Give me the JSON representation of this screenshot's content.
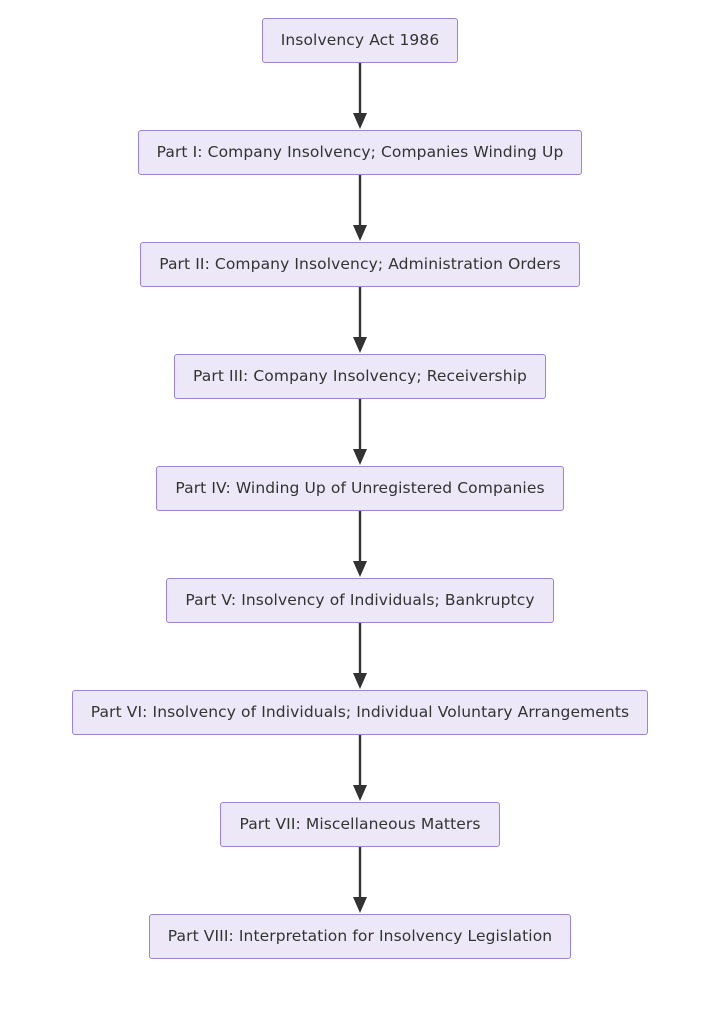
{
  "diagram": {
    "type": "flowchart",
    "direction": "top-to-bottom",
    "title": "Insolvency Act 1986 structure",
    "colors": {
      "node_fill": "#ece8f8",
      "node_border": "#9a84d4",
      "node_text": "#333333",
      "arrow": "#333333",
      "background": "#ffffff"
    },
    "nodes": [
      {
        "id": "act",
        "label": "Insolvency Act 1986"
      },
      {
        "id": "part1",
        "label": "Part I: Company Insolvency; Companies Winding Up"
      },
      {
        "id": "part2",
        "label": "Part II: Company Insolvency; Administration Orders"
      },
      {
        "id": "part3",
        "label": "Part III: Company Insolvency; Receivership"
      },
      {
        "id": "part4",
        "label": "Part IV: Winding Up of Unregistered Companies"
      },
      {
        "id": "part5",
        "label": "Part V: Insolvency of Individuals; Bankruptcy"
      },
      {
        "id": "part6",
        "label": "Part VI: Insolvency of Individuals; Individual Voluntary Arrangements"
      },
      {
        "id": "part7",
        "label": "Part VII: Miscellaneous Matters"
      },
      {
        "id": "part8",
        "label": "Part VIII: Interpretation for Insolvency Legislation"
      }
    ],
    "edges": [
      {
        "from": "act",
        "to": "part1",
        "label": ""
      },
      {
        "from": "part1",
        "to": "part2",
        "label": ""
      },
      {
        "from": "part2",
        "to": "part3",
        "label": ""
      },
      {
        "from": "part3",
        "to": "part4",
        "label": ""
      },
      {
        "from": "part4",
        "to": "part5",
        "label": ""
      },
      {
        "from": "part5",
        "to": "part6",
        "label": ""
      },
      {
        "from": "part6",
        "to": "part7",
        "label": ""
      },
      {
        "from": "part7",
        "to": "part8",
        "label": ""
      }
    ]
  }
}
